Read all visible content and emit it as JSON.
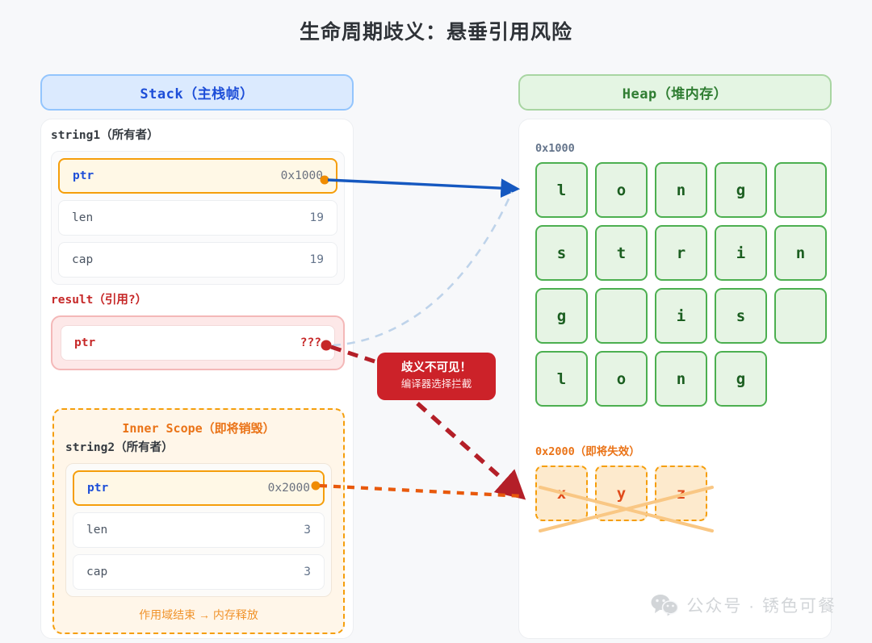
{
  "title": "生命周期歧义：悬垂引用风险",
  "stack": {
    "header": "Stack（主栈帧）",
    "string1": {
      "label": "string1（所有者）",
      "rows": [
        {
          "key": "ptr",
          "value": "0x1000"
        },
        {
          "key": "len",
          "value": "19"
        },
        {
          "key": "cap",
          "value": "19"
        }
      ]
    },
    "result": {
      "label": "result（引用?）",
      "rows": [
        {
          "key": "ptr",
          "value": "???"
        }
      ]
    },
    "inner_scope": {
      "title": "Inner Scope（即将销毁）",
      "label": "string2（所有者）",
      "rows": [
        {
          "key": "ptr",
          "value": "0x2000"
        },
        {
          "key": "len",
          "value": "3"
        },
        {
          "key": "cap",
          "value": "3"
        }
      ],
      "note": "作用域结束 → 内存释放"
    }
  },
  "heap": {
    "header": "Heap（堆内存）",
    "block1": {
      "address": "0x1000",
      "rows": [
        [
          "l",
          "o",
          "n",
          "g",
          " "
        ],
        [
          "s",
          "t",
          "r",
          "i",
          "n"
        ],
        [
          "g",
          " ",
          "i",
          "s",
          " "
        ],
        [
          "l",
          "o",
          "n",
          "g"
        ]
      ]
    },
    "block2": {
      "address": "0x2000（即将失效）",
      "cells": [
        "x",
        "y",
        "z"
      ]
    }
  },
  "badge": {
    "line1": "歧义不可见！",
    "line2": "编译器选择拦截"
  },
  "watermark": {
    "text": "公众号 · 锈色可餐"
  },
  "colors": {
    "stack_accent": "#1d4ed8",
    "heap_accent": "#2f7d32",
    "ptr_highlight": "#f59e0b",
    "danger": "#c62828",
    "badge_bg": "#cc2229",
    "dead_orange": "#ea7317"
  }
}
